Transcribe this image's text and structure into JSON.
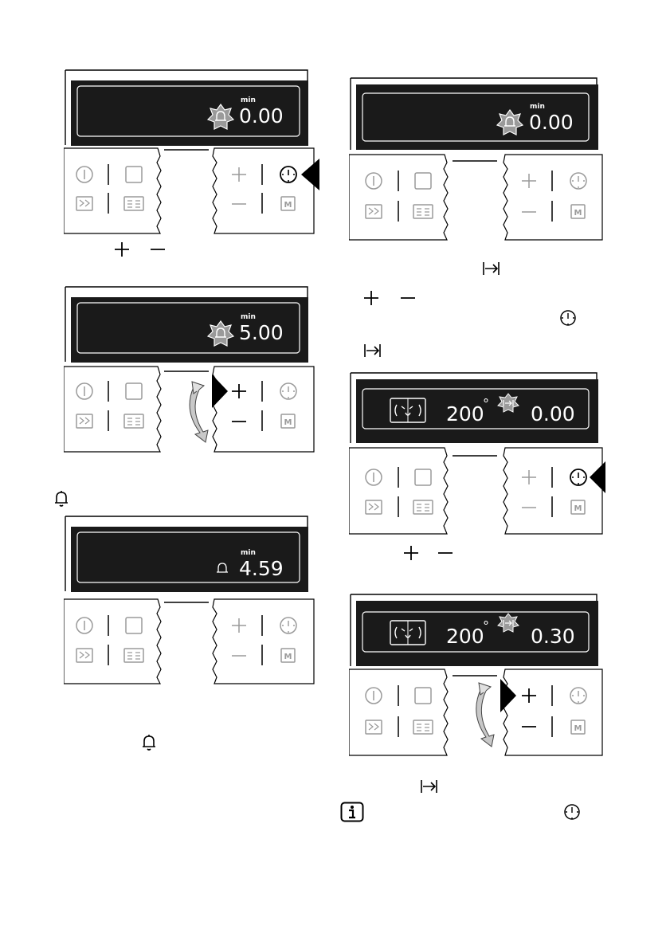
{
  "panels": [
    {
      "unit": "min",
      "time": "0.00",
      "timer_icon": "bell-burst",
      "arrow": "clock",
      "rotate": false,
      "program_icon": false,
      "temperature": ""
    },
    {
      "unit": "min",
      "time": "5.00",
      "timer_icon": "bell-burst",
      "arrow": "plus",
      "rotate": true,
      "program_icon": false,
      "temperature": ""
    },
    {
      "unit": "min",
      "time": "4.59",
      "timer_icon": "bell-small",
      "arrow": "",
      "rotate": false,
      "program_icon": false,
      "temperature": ""
    },
    {
      "unit": "min",
      "time": "0.00",
      "timer_icon": "bell-burst",
      "arrow": "",
      "rotate": false,
      "program_icon": false,
      "temperature": ""
    },
    {
      "unit": "",
      "time": "0.00",
      "timer_icon": "end-burst",
      "arrow": "clock",
      "rotate": false,
      "program_icon": true,
      "temperature": "200"
    },
    {
      "unit": "",
      "time": "0.30",
      "timer_icon": "end-burst",
      "arrow": "plus",
      "rotate": true,
      "program_icon": true,
      "temperature": "200"
    }
  ],
  "degree_symbol": "°",
  "inline_icons": [
    "plus-icon",
    "minus-icon",
    "bell-icon",
    "end-time-icon",
    "clock-icon",
    "info-icon"
  ],
  "colors": {
    "display": "#1a1a1a",
    "button_gray": "#9a9a9a",
    "arrow": "#000000"
  }
}
